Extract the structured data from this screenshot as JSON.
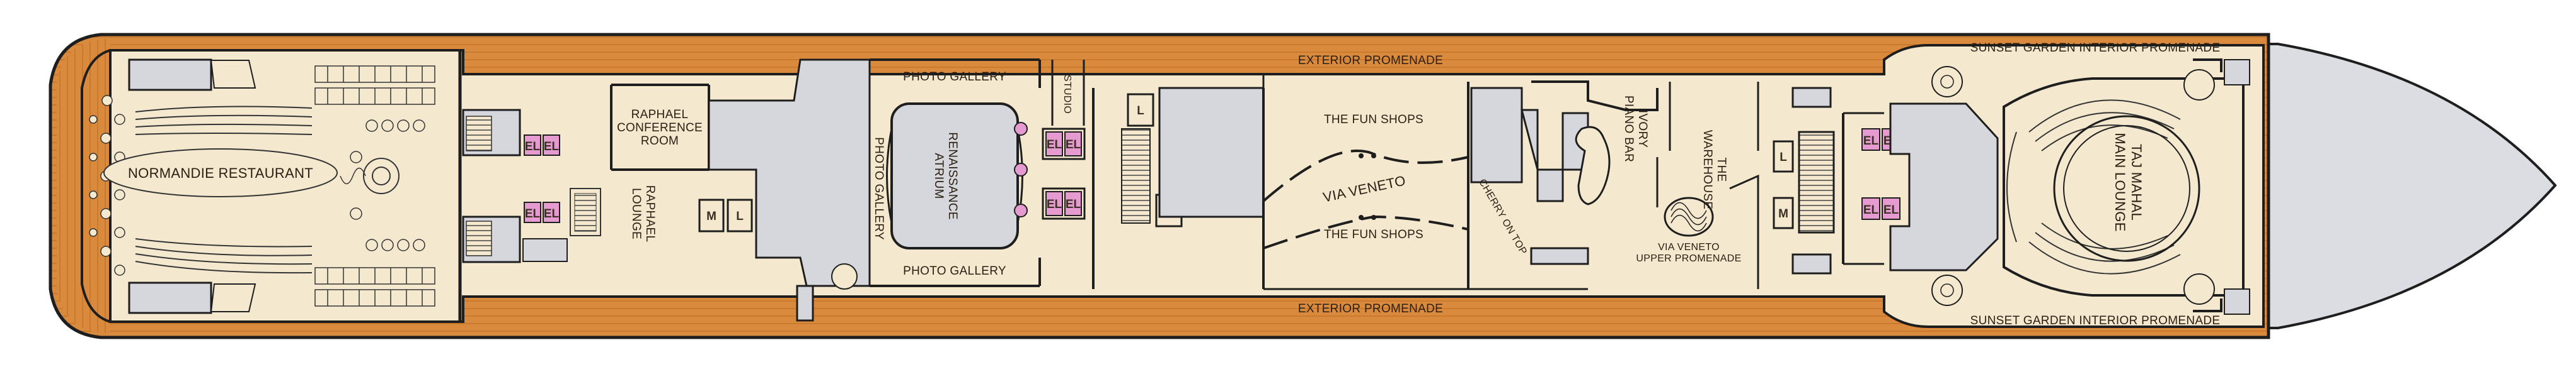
{
  "deck_plan": {
    "exterior_promenade_top": "EXTERIOR PROMENADE",
    "exterior_promenade_bottom": "EXTERIOR PROMENADE",
    "normandie_restaurant": "NORMANDIE RESTAURANT",
    "raphael_conference_room": [
      "RAPHAEL",
      "CONFERENCE",
      "ROOM"
    ],
    "raphael_lounge": [
      "RAPHAEL",
      "LOUNGE"
    ],
    "photo_gallery_top": "PHOTO GALLERY",
    "photo_gallery_bottom": "PHOTO GALLERY",
    "photo_gallery_vertical": "PHOTO GALLERY",
    "studio": "STUDIO",
    "renaissance_atrium": [
      "RENAISSANCE",
      "ATRIUM"
    ],
    "fun_shops_top": "THE FUN SHOPS",
    "fun_shops_bottom": "THE FUN SHOPS",
    "via_veneto": "VIA VENETO",
    "cherry_on_top": "CHERRY ON TOP",
    "ivory_piano_bar": [
      "IVORY",
      "PIANO BAR"
    ],
    "the_warehouse": [
      "THE",
      "WAREHOUSE"
    ],
    "via_veneto_upper_promenade": [
      "VIA VENETO",
      "UPPER PROMENADE"
    ],
    "sunset_garden_top": "SUNSET GARDEN INTERIOR PROMENADE",
    "sunset_garden_bottom": "SUNSET GARDEN INTERIOR PROMENADE",
    "taj_mahal_main_lounge": [
      "TAJ MAHAL",
      "MAIN LOUNGE"
    ],
    "elevator_label": "EL",
    "mens_room_label": "M",
    "ladies_room_label": "L"
  },
  "colors": {
    "teak": "#d98a3c",
    "teak_dark": "#c8742a",
    "interior": "#f4e8cf",
    "service": "#d6d7dc",
    "wall": "#1e1e1e",
    "elevator": "#e59ad0",
    "bow": "#dcdde2"
  }
}
